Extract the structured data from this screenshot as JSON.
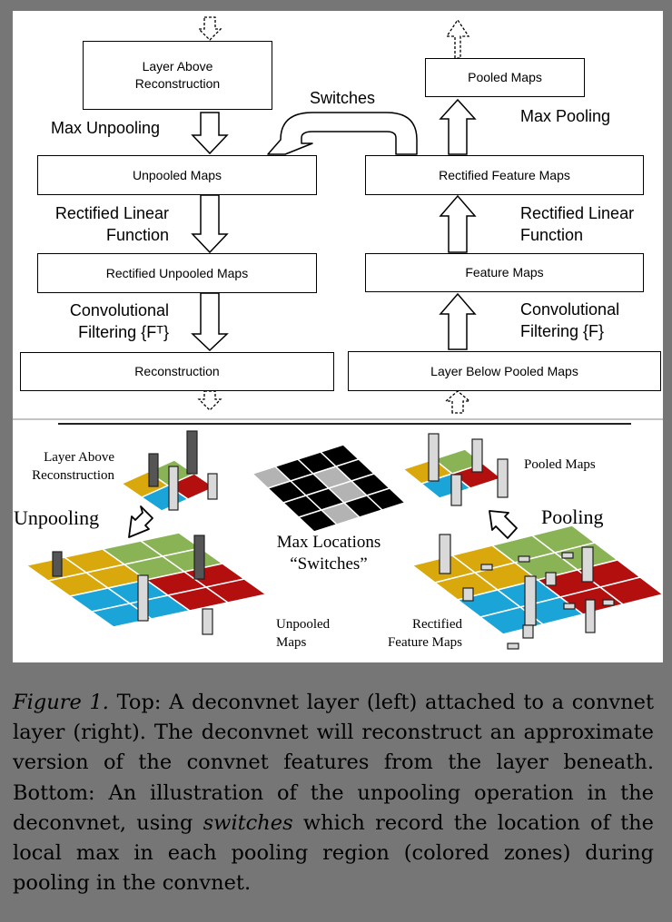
{
  "deconvnet": {
    "layer_above": "Layer Above\nReconstruction",
    "op_unpool": "Max Unpooling",
    "unpooled": "Unpooled Maps",
    "op_relu": "Rectified Linear\nFunction",
    "rect_unpooled": "Rectified Unpooled Maps",
    "op_conv": "Convolutional\nFiltering {Fᵀ}",
    "reconstruction": "Reconstruction"
  },
  "switches_label": "Switches",
  "convnet": {
    "pooled": "Pooled Maps",
    "op_pool": "Max Pooling",
    "rect_feature": "Rectified Feature Maps",
    "op_relu": "Rectified Linear\nFunction",
    "feature": "Feature Maps",
    "op_conv": "Convolutional\nFiltering {F}",
    "layer_below": "Layer Below Pooled Maps"
  },
  "bottom": {
    "layer_above": "Layer Above\nReconstruction",
    "unpooling": "Unpooling",
    "max_locations": "Max Locations\n“Switches”",
    "unpooled_maps": "Unpooled\nMaps",
    "pooled_maps": "Pooled Maps",
    "pooling": "Pooling",
    "rectified_feature_maps": "Rectified\nFeature Maps"
  },
  "colors": {
    "yellow": "#d8a80c",
    "green": "#8ab356",
    "blue": "#1aa4d8",
    "red": "#b30f0f",
    "dark_bar": "#555555",
    "light_bar": "#d9d9d9"
  },
  "caption": {
    "fig_label": "Figure 1.",
    "text_1": " Top: A deconvnet layer (left) attached to a convnet layer (right). The deconvnet will reconstruct an approximate version of the convnet features from the layer beneath. Bottom: An illustration of the unpooling operation in the deconvnet, using ",
    "switches_word": "switches",
    "text_2": " which record the location of the local max in each pooling region (colored zones) during pooling in the convnet."
  }
}
